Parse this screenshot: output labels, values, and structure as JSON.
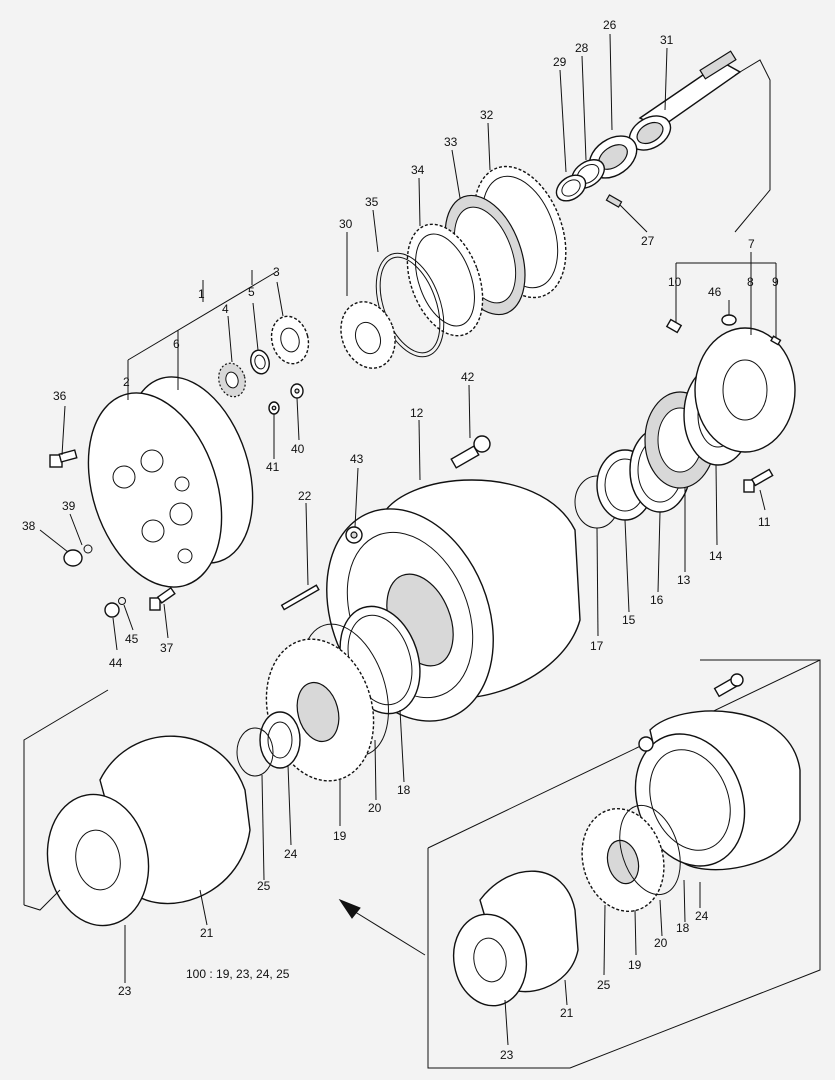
{
  "diagram": {
    "footnote": "100 : 19, 23, 24, 25",
    "callouts": {
      "c1": "1",
      "c2": "2",
      "c3": "3",
      "c4": "4",
      "c5": "5",
      "c6": "6",
      "c7": "7",
      "c8": "8",
      "c9": "9",
      "c10": "10",
      "c11": "11",
      "c12": "12",
      "c13": "13",
      "c14": "14",
      "c15": "15",
      "c16": "16",
      "c17": "17",
      "c18": "18",
      "c19": "19",
      "c20": "20",
      "c21": "21",
      "c22": "22",
      "c23": "23",
      "c24": "24",
      "c25": "25",
      "c26": "26",
      "c27": "27",
      "c28": "28",
      "c29": "29",
      "c30": "30",
      "c31": "31",
      "c32": "32",
      "c33": "33",
      "c34": "34",
      "c35": "35",
      "c36": "36",
      "c37": "37",
      "c38": "38",
      "c39": "39",
      "c40": "40",
      "c41": "41",
      "c42": "42",
      "c43": "43",
      "c44": "44",
      "c45": "45",
      "c46": "46",
      "i18": "18",
      "i19": "19",
      "i20": "20",
      "i21": "21",
      "i23": "23",
      "i24": "24",
      "i25": "25"
    }
  }
}
